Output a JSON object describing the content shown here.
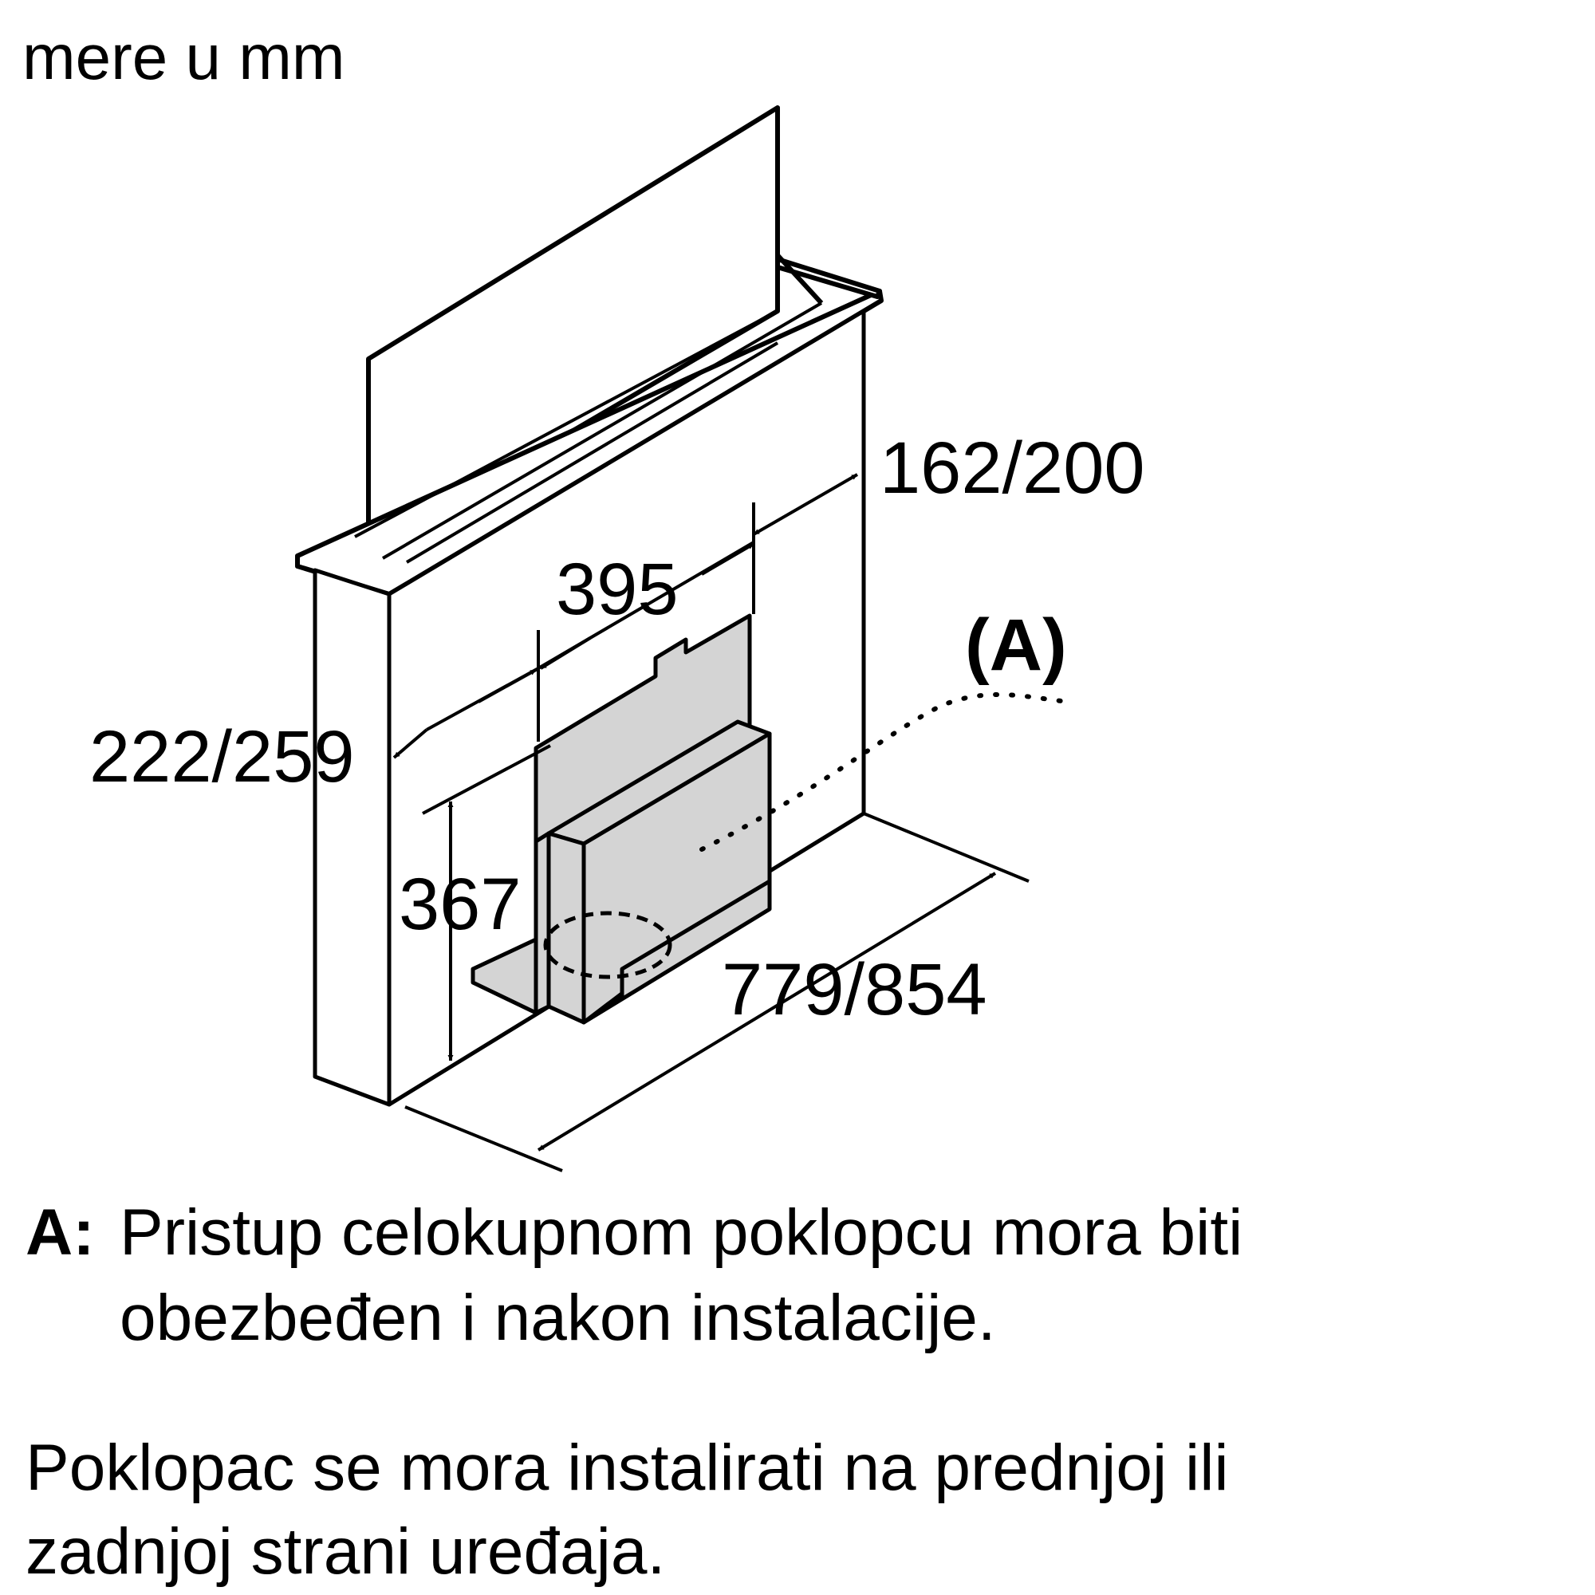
{
  "units_label": "mere u mm",
  "dimensions": {
    "height_range": "162/200",
    "depth": "395",
    "side_range": "222/259",
    "module_height": "367",
    "width_range": "779/854"
  },
  "callout_label": "(A)",
  "notes": {
    "a_key": "A:",
    "a_line1": "Pristup celokupnom poklopcu mora biti",
    "a_line2": "obezbeđen i nakon instalacije.",
    "cover_line1": "Poklopac se mora instalirati na prednjoj ili",
    "cover_line2": "zadnjoj strani uređaja."
  },
  "colors": {
    "stroke": "#000000",
    "module_fill": "#d4d4d4",
    "background": "#ffffff"
  }
}
